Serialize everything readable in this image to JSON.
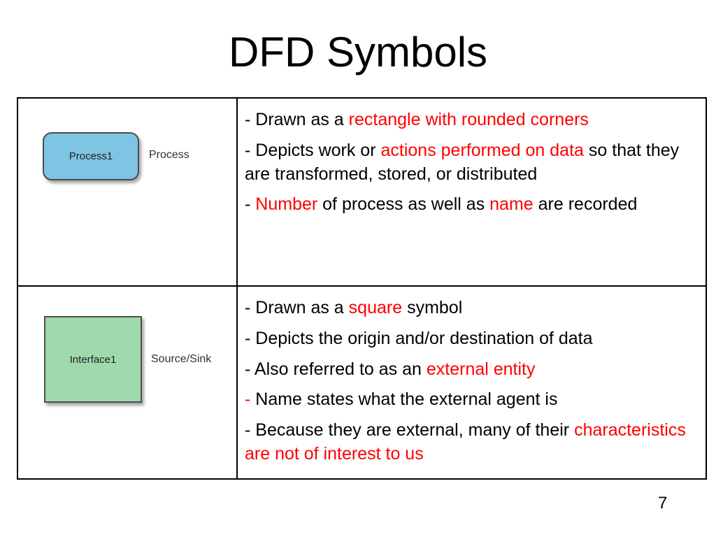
{
  "slide": {
    "title": "DFD Symbols",
    "page_number": "7"
  },
  "colors": {
    "highlight": "#ff0000",
    "process_fill": "#7ec4e3",
    "interface_fill": "#9fd9ac"
  },
  "rows": [
    {
      "symbol": {
        "shape_label": "Process1",
        "caption": "Process"
      },
      "bullets": [
        {
          "parts": [
            "- Drawn as a ",
            "rectangle with rounded corners"
          ]
        },
        {
          "parts": [
            "- Depicts work or ",
            "actions performed on data",
            " so that they are transformed, stored, or distributed"
          ]
        },
        {
          "parts": [
            "- ",
            "Number",
            " of process as well as ",
            "name",
            " are recorded"
          ]
        }
      ]
    },
    {
      "symbol": {
        "shape_label": "Interface1",
        "caption": "Source/Sink"
      },
      "bullets": [
        {
          "parts": [
            "- Drawn as a ",
            "square",
            " symbol"
          ]
        },
        {
          "parts": [
            "- Depicts the origin and/or destination of data"
          ]
        },
        {
          "parts": [
            "- Also referred to as an ",
            "external entity"
          ]
        },
        {
          "parts": [
            "-",
            " Name states what the external agent is"
          ]
        },
        {
          "parts": [
            "- Because they are external, many of their ",
            "characteristics are not of interest to us"
          ]
        }
      ]
    }
  ]
}
